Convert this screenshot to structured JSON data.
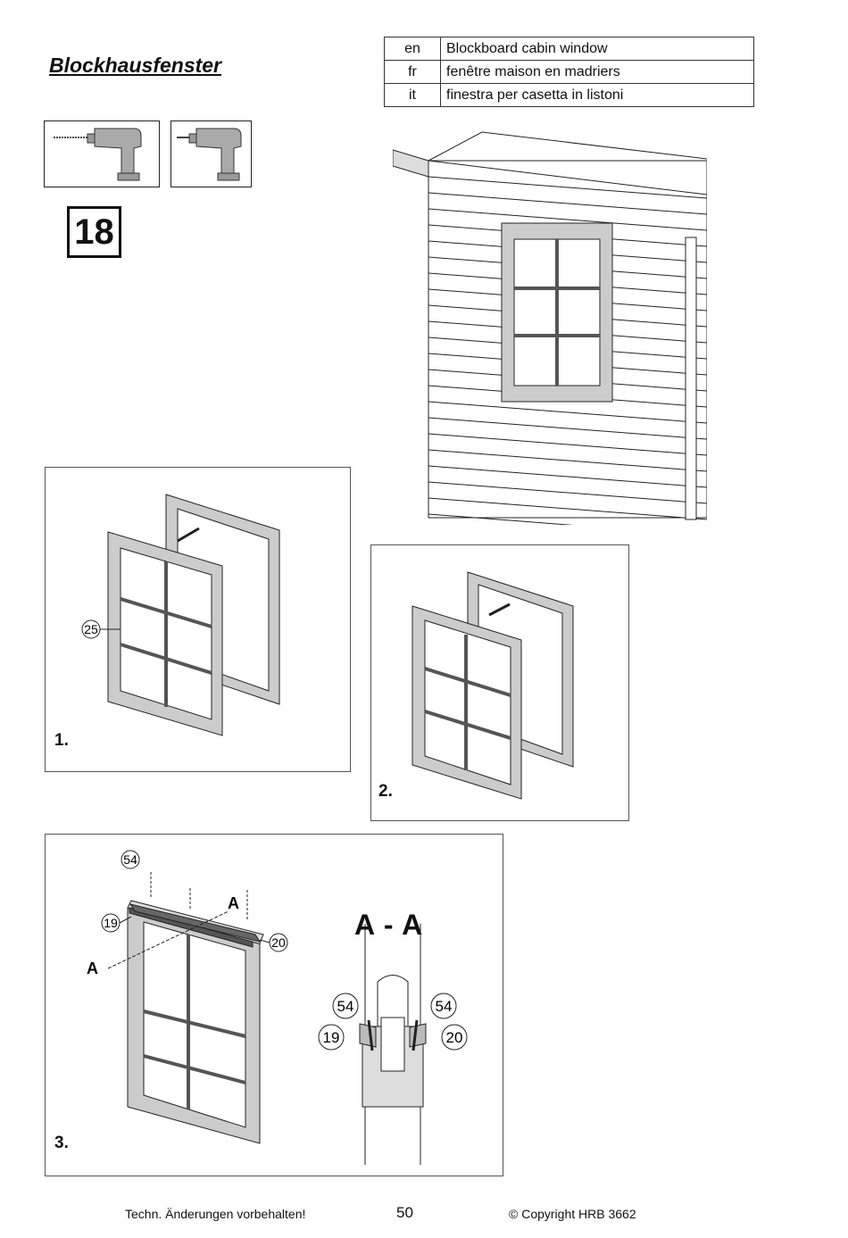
{
  "title": "Blockhausfenster",
  "languages": [
    {
      "code": "en",
      "text": "Blockboard cabin window"
    },
    {
      "code": "fr",
      "text": "fenêtre maison en madriers"
    },
    {
      "code": "it",
      "text": "finestra per casetta in listoni"
    }
  ],
  "tools": [
    "drill-icon",
    "screwdriver-icon"
  ],
  "step_number": "18",
  "panels": [
    {
      "label": "1.",
      "callouts": [
        "25"
      ]
    },
    {
      "label": "2."
    },
    {
      "label": "3.",
      "callouts": [
        "54",
        "19",
        "20"
      ],
      "cut_marker": "A"
    }
  ],
  "section": {
    "title": "A - A",
    "callouts": {
      "left_top": "54",
      "right_top": "54",
      "left": "19",
      "right": "20"
    }
  },
  "footer": {
    "left": "Techn. Änderungen vorbehalten!",
    "page": "50",
    "right": "© Copyright HRB 3662"
  }
}
